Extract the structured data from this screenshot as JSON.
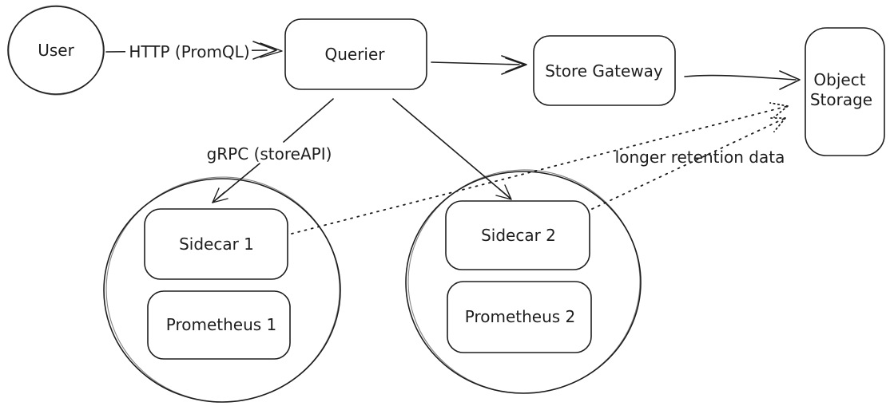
{
  "canvas": {
    "background": "#ffffff",
    "stroke_color": "#1e1e1e",
    "text_color": "#1e1e1e"
  },
  "nodes": {
    "user": {
      "label": "User",
      "shape": "circle"
    },
    "querier": {
      "label": "Querier",
      "shape": "rounded-rectangle"
    },
    "store_gateway": {
      "label": "Store Gateway",
      "shape": "rounded-rectangle"
    },
    "object_storage": {
      "label_line_1": "Object",
      "label_line_2": "Storage",
      "shape": "rounded-rectangle"
    },
    "prometheus_pod_1": {
      "shape": "circle"
    },
    "sidecar_1": {
      "label": "Sidecar 1",
      "shape": "rounded-rectangle"
    },
    "prometheus_1": {
      "label": "Prometheus 1",
      "shape": "rounded-rectangle"
    },
    "prometheus_pod_2": {
      "shape": "circle"
    },
    "sidecar_2": {
      "label": "Sidecar 2",
      "shape": "rounded-rectangle"
    },
    "prometheus_2": {
      "label": "Prometheus 2",
      "shape": "rounded-rectangle"
    }
  },
  "edges": {
    "user_to_querier": {
      "label": "HTTP (PromQL)",
      "style": "solid-arrow"
    },
    "querier_to_store_gateway": {
      "style": "solid-arrow"
    },
    "store_gateway_to_object_storage": {
      "style": "solid-arrow"
    },
    "querier_to_sidecar_1": {
      "label": "gRPC (storeAPI)",
      "style": "solid-arrow"
    },
    "querier_to_sidecar_2": {
      "style": "solid-arrow"
    },
    "sidecar_1_to_object_storage": {
      "style": "dotted-arrow"
    },
    "sidecar_2_to_object_storage": {
      "style": "dotted-arrow"
    }
  },
  "annotations": {
    "longer_retention": {
      "label": "longer retention data"
    }
  }
}
